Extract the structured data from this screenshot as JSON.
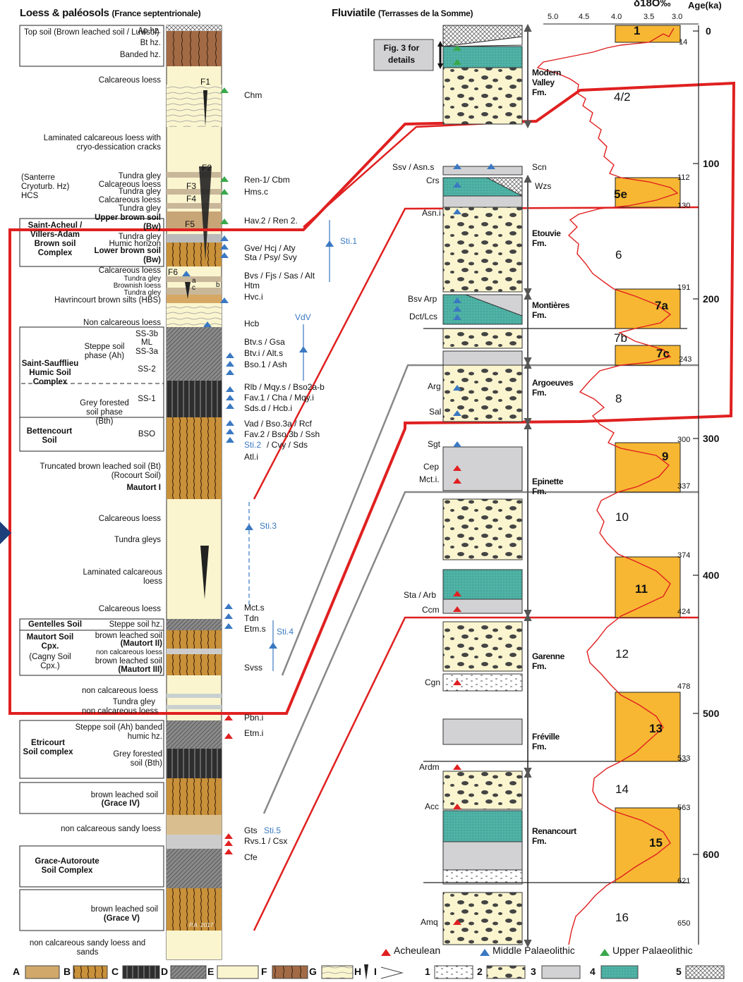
{
  "titles": {
    "left_main": "Loess & paléosols",
    "left_sub": "(France septentrionale)",
    "right_main": "Fluviatile",
    "right_sub": "(Terrasses de la Somme)",
    "isotope": "δ18O‰",
    "age": "Age(ka)"
  },
  "isotope_ticks": [
    "5.0",
    "4.5",
    "4.0",
    "3.5",
    "3.0"
  ],
  "age_ticks": [
    "0",
    "100",
    "200",
    "300",
    "400",
    "500",
    "600"
  ],
  "boundary_ages": [
    "14",
    "112",
    "130",
    "191",
    "243",
    "300",
    "337",
    "374",
    "424",
    "478",
    "533",
    "563",
    "621",
    "650"
  ],
  "mis_labels": {
    "warm": [
      "1",
      "5e",
      "7a",
      "7c",
      "9",
      "11",
      "13",
      "15"
    ],
    "cold": [
      "4/2",
      "6",
      "7b",
      "8",
      "10",
      "12",
      "14",
      "16"
    ]
  },
  "fig3_note": "Fig. 3 for details",
  "loess_labels": {
    "top_soil": "Top soil (Brown leached soil / Luvisol)",
    "top_hz": [
      "Ap hz.",
      "Bt hz.",
      "Banded hz."
    ],
    "calc_loess_1": "Calcareous loess",
    "laminated": "Laminated calcareous loess with cryo-dessication cracks",
    "santerre": "(Santerre Cryoturb. Hz) HCS",
    "tundra_gley_1": "Tundra gley",
    "calc_loess_2": "Calcareous loess",
    "tundra_gley_2": "Tundra gley",
    "calc_loess_3": "Calcareous loess",
    "tundra_gley_3": "Tundra gley",
    "upper_brown": "Upper brown soil (Bw)",
    "saint_acheul": "Saint-Acheul / Villers-Adam Brown soil Complex",
    "tundra_gley_4": "Tundra gley",
    "humic_horizon": "Humic horizon",
    "lower_brown": "Lower brown soil (Bw)",
    "calc_loess_4": "Calcareous loess",
    "tundra_gley_5": "Tundra gley",
    "brownish_loess": "Brownish loess",
    "tundra_gley_6": "Tundra gley",
    "havrincourt": "Havrincourt brown silts (HBS)",
    "non_calc_1": "Non calcareous loess",
    "saint_saufflieu": "Saint-Saufflieu Humic Soil Complex",
    "steppe_phase": "Steppe soil phase (Ah)",
    "ss_labels": [
      "SS-3b",
      "ML",
      "SS-3a",
      "SS-2",
      "SS-1",
      "BSO"
    ],
    "grey_forested": "Grey forested soil phase (Bth)",
    "bettencourt": "Bettencourt Soil",
    "truncated": "Truncated brown leached soil (Bt) (Rocourt Soil)",
    "mautort_1": "Mautort I",
    "calc_loess_5": "Calcareous loess",
    "tundra_gleys": "Tundra gleys",
    "laminated_2": "Laminated calcareous loess",
    "calc_loess_6": "Calcareous loess",
    "gentelles": "Gentelles Soil",
    "steppe_hz": "Steppe soil hz.",
    "mautort_cpx": "Mautort Soil Cpx.",
    "cagny": "(Cagny Soil Cpx.)",
    "mautort_2a": "brown leached soil",
    "mautort_2b": "(Mautort II)",
    "non_calc_2": "non calcareous loess",
    "mautort_3a": "brown leached soil",
    "mautort_3b": "(Mautort III)",
    "non_calc_3": "non calcareous loess",
    "tundra_gley_7": "Tundra gley",
    "non_calc_4": "non calcareous loess",
    "etricourt": "Etricourt Soil complex",
    "steppe_ah": "Steppe soil (Ah) banded humic hz.",
    "grey_bth": "Grey forested soil (Bth)",
    "grace4a": "brown leached soil",
    "grace4b": "(Grace IV)",
    "non_calc_sandy": "non calcareous sandy loess",
    "grace_autoroute": "Grace-Autoroute Soil Complex",
    "grace5a": "brown leached soil",
    "grace5b": "(Grace V)",
    "non_calc_sands": "non calcareous sandy loess and sands",
    "pa": "P.A. 2017"
  },
  "loess_sites": [
    "Chm",
    "Ren-1/ Cbm",
    "Hms.c",
    "Hav.2 / Ren 2.",
    "Gve/ Hcj / Aty",
    "Sta / Psy/ Svy",
    "Bvs / Fjs / Sas / Alt",
    "Htm",
    "Hvc.i",
    "Hcb",
    "Btv.s / Gsa",
    "Btv.i / Alt.s",
    "Bso.1 / Ash",
    "Rlb / Mqy.s / Bso2a-b",
    "Fav.1 / Cha / Mqy.i",
    "Sds.d / Hcb.i",
    "Vad / Bso.3a / Rcf",
    "Fav.2 / Bso.3b / Ssh",
    "Sti.2",
    "/ Cvy / Sds",
    "Atl.i",
    "Mct.s",
    "Tdn",
    "Etm.s",
    "Svss",
    "Pbn.i",
    "Etm.i",
    "Gts",
    "Rvs.1 / Csx",
    "Cfe"
  ],
  "loess_marks": [
    "F1",
    "F2",
    "F3",
    "F4",
    "F5",
    "F6",
    "a",
    "b",
    "c"
  ],
  "sti_labels": [
    "Sti.1",
    "VdV",
    "Sti.3",
    "Sti.4",
    "Sti.5"
  ],
  "fluvial_sites": [
    "Ssv / Asn.s",
    "Scn",
    "Crs",
    "Wzs",
    "Asn.i",
    "Bsv Arp",
    "Dct/Lcs",
    "Arg",
    "Sal",
    "Sgt",
    "Cep",
    "Mct.i.",
    "Sta / Arb",
    "Ccm",
    "Cgn",
    "Ardm",
    "Acc",
    "Amq"
  ],
  "formations": [
    "Modern Valley Fm.",
    "Etouvie Fm.",
    "Montières Fm.",
    "Argoeuves Fm.",
    "Epinette Fm.",
    "Garenne Fm.",
    "Fréville Fm.",
    "Renancourt Fm."
  ],
  "legend": {
    "triangles": [
      "Acheulean",
      "Middle Palaeolithic",
      "Upper Palaeolithic"
    ],
    "letters": [
      "A",
      "B",
      "C",
      "D",
      "E",
      "F",
      "G",
      "H",
      "I"
    ],
    "numbers": [
      "1",
      "2",
      "3",
      "4",
      "5"
    ]
  },
  "colors": {
    "warm_stage": "#f7b733",
    "loess": "#fbf5cf",
    "brown_soil": "#c8913a",
    "teal": "#4fb3a6",
    "grey": "#d2d2d4",
    "red": "#e02020",
    "blue": "#3a78c2",
    "green": "#3aa84a"
  }
}
